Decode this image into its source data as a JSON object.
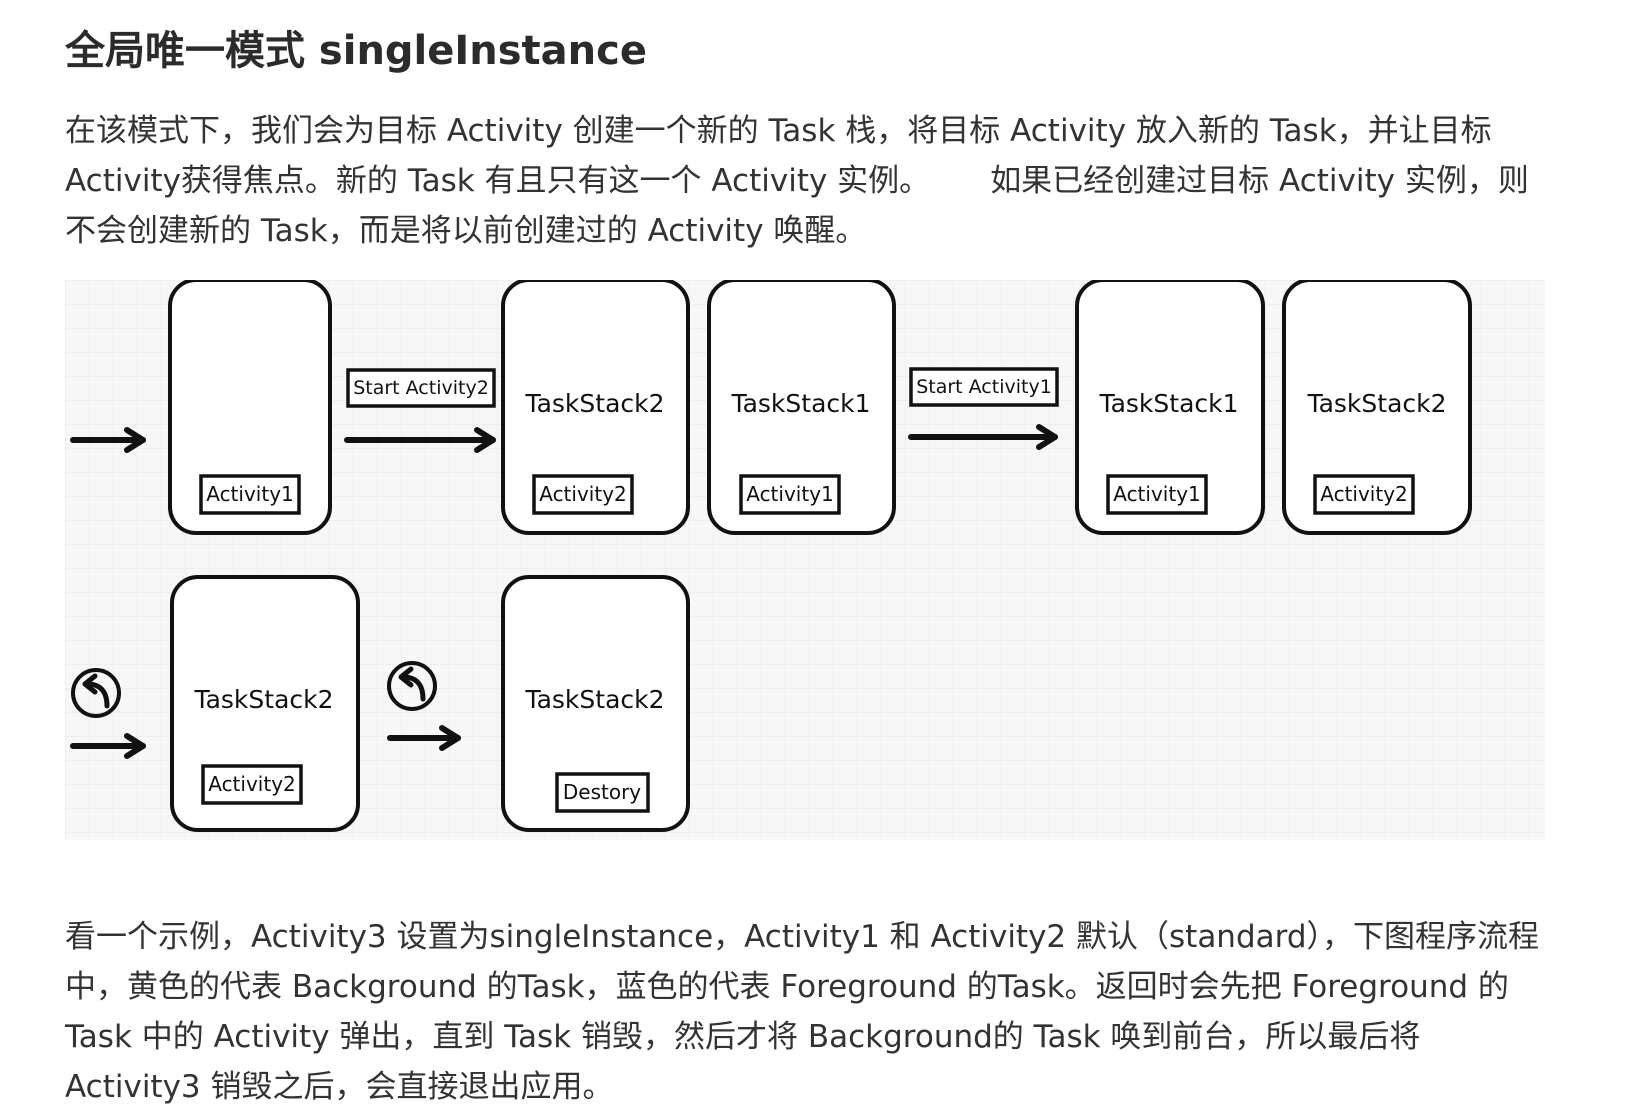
{
  "heading": "全局唯一模式 singleInstance",
  "intro": {
    "line1": "在该模式下，我们会为目标 Activity 创建一个新的 Task 栈，将目标 Activity 放入新的 Task，并让目标",
    "line2a": "Activity获得焦点。新的 Task 有且只有这一个 Activity 实例。",
    "line2b": "如果已经创建过目标 Activity 实例，则",
    "line3": "不会创建新的 Task，而是将以前创建过的 Activity 唤醒。"
  },
  "diagram": {
    "row1": {
      "stack1_activity": "Activity1",
      "label_start2": "Start Activity2",
      "stack2_title": "TaskStack2",
      "stack2_activity": "Activity2",
      "stack3_title": "TaskStack1",
      "stack3_activity": "Activity1",
      "label_start1": "Start Activity1",
      "stack4_title": "TaskStack1",
      "stack4_activity": "Activity1",
      "stack5_title": "TaskStack2",
      "stack5_activity": "Activity2"
    },
    "row2": {
      "stack6_title": "TaskStack2",
      "stack6_activity": "Activity2",
      "stack7_title": "TaskStack2",
      "stack7_activity": "Destory"
    },
    "icons": [
      "back-arrow-icon",
      "right-arrow-icon"
    ]
  },
  "example": {
    "line1": "看一个示例，Activity3 设置为singleInstance，Activity1 和 Activity2 默认（standard），下图程序流程",
    "line2": "中，黄色的代表 Background 的Task，蓝色的代表 Foreground 的Task。返回时会先把 Foreground 的",
    "line3": "Task 中的 Activity 弹出，直到 Task 销毁，然后才将 Background的 Task 唤到前台，所以最后将",
    "line4": "Activity3 销毁之后，会直接退出应用。"
  }
}
